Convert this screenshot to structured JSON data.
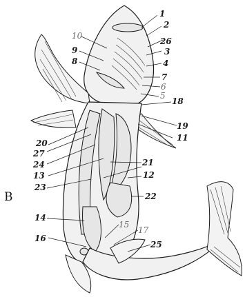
{
  "panel_letter": "B",
  "labels": {
    "l1": "1",
    "l2": "2",
    "l3": "3",
    "l4": "4",
    "l5": "5",
    "l6": "6",
    "l7": "7",
    "l8": "8",
    "l9": "9",
    "l10": "10",
    "l11": "11",
    "l12": "12",
    "l13": "13",
    "l14": "14",
    "l15": "15",
    "l16": "16",
    "l17": "17",
    "l18": "18",
    "l19": "19",
    "l20": "20",
    "l21": "21",
    "l22": "22",
    "l23": "23",
    "l24": "24",
    "l25": "25",
    "l26": "26",
    "l27": "27"
  }
}
